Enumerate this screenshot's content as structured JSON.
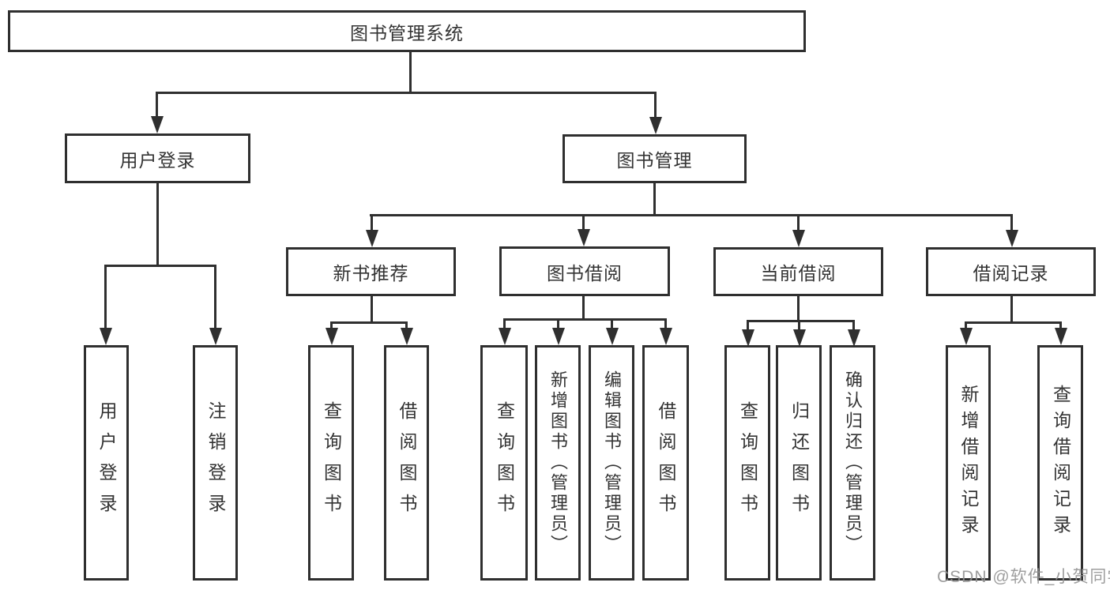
{
  "tree": {
    "root": "图书管理系统",
    "branches": [
      {
        "label": "用户登录",
        "children": [
          "用户登录",
          "注销登录"
        ]
      },
      {
        "label": "图书管理",
        "children": [
          {
            "label": "新书推荐",
            "children": [
              "查询图书",
              "借阅图书"
            ]
          },
          {
            "label": "图书借阅",
            "children": [
              "查询图书",
              "新增图书（管理员）",
              "编辑图书（管理员）",
              "借阅图书"
            ]
          },
          {
            "label": "当前借阅",
            "children": [
              "查询图书",
              "归还图书",
              "确认归还（管理员）"
            ]
          },
          {
            "label": "借阅记录",
            "children": [
              "新增借阅记录",
              "查询借阅记录"
            ]
          }
        ]
      }
    ]
  },
  "watermark": "CSDN @软件_小贺同学",
  "colors": {
    "line": "#2f2f2f",
    "text": "#333333",
    "background": "#ffffff",
    "watermark": "#949494"
  }
}
